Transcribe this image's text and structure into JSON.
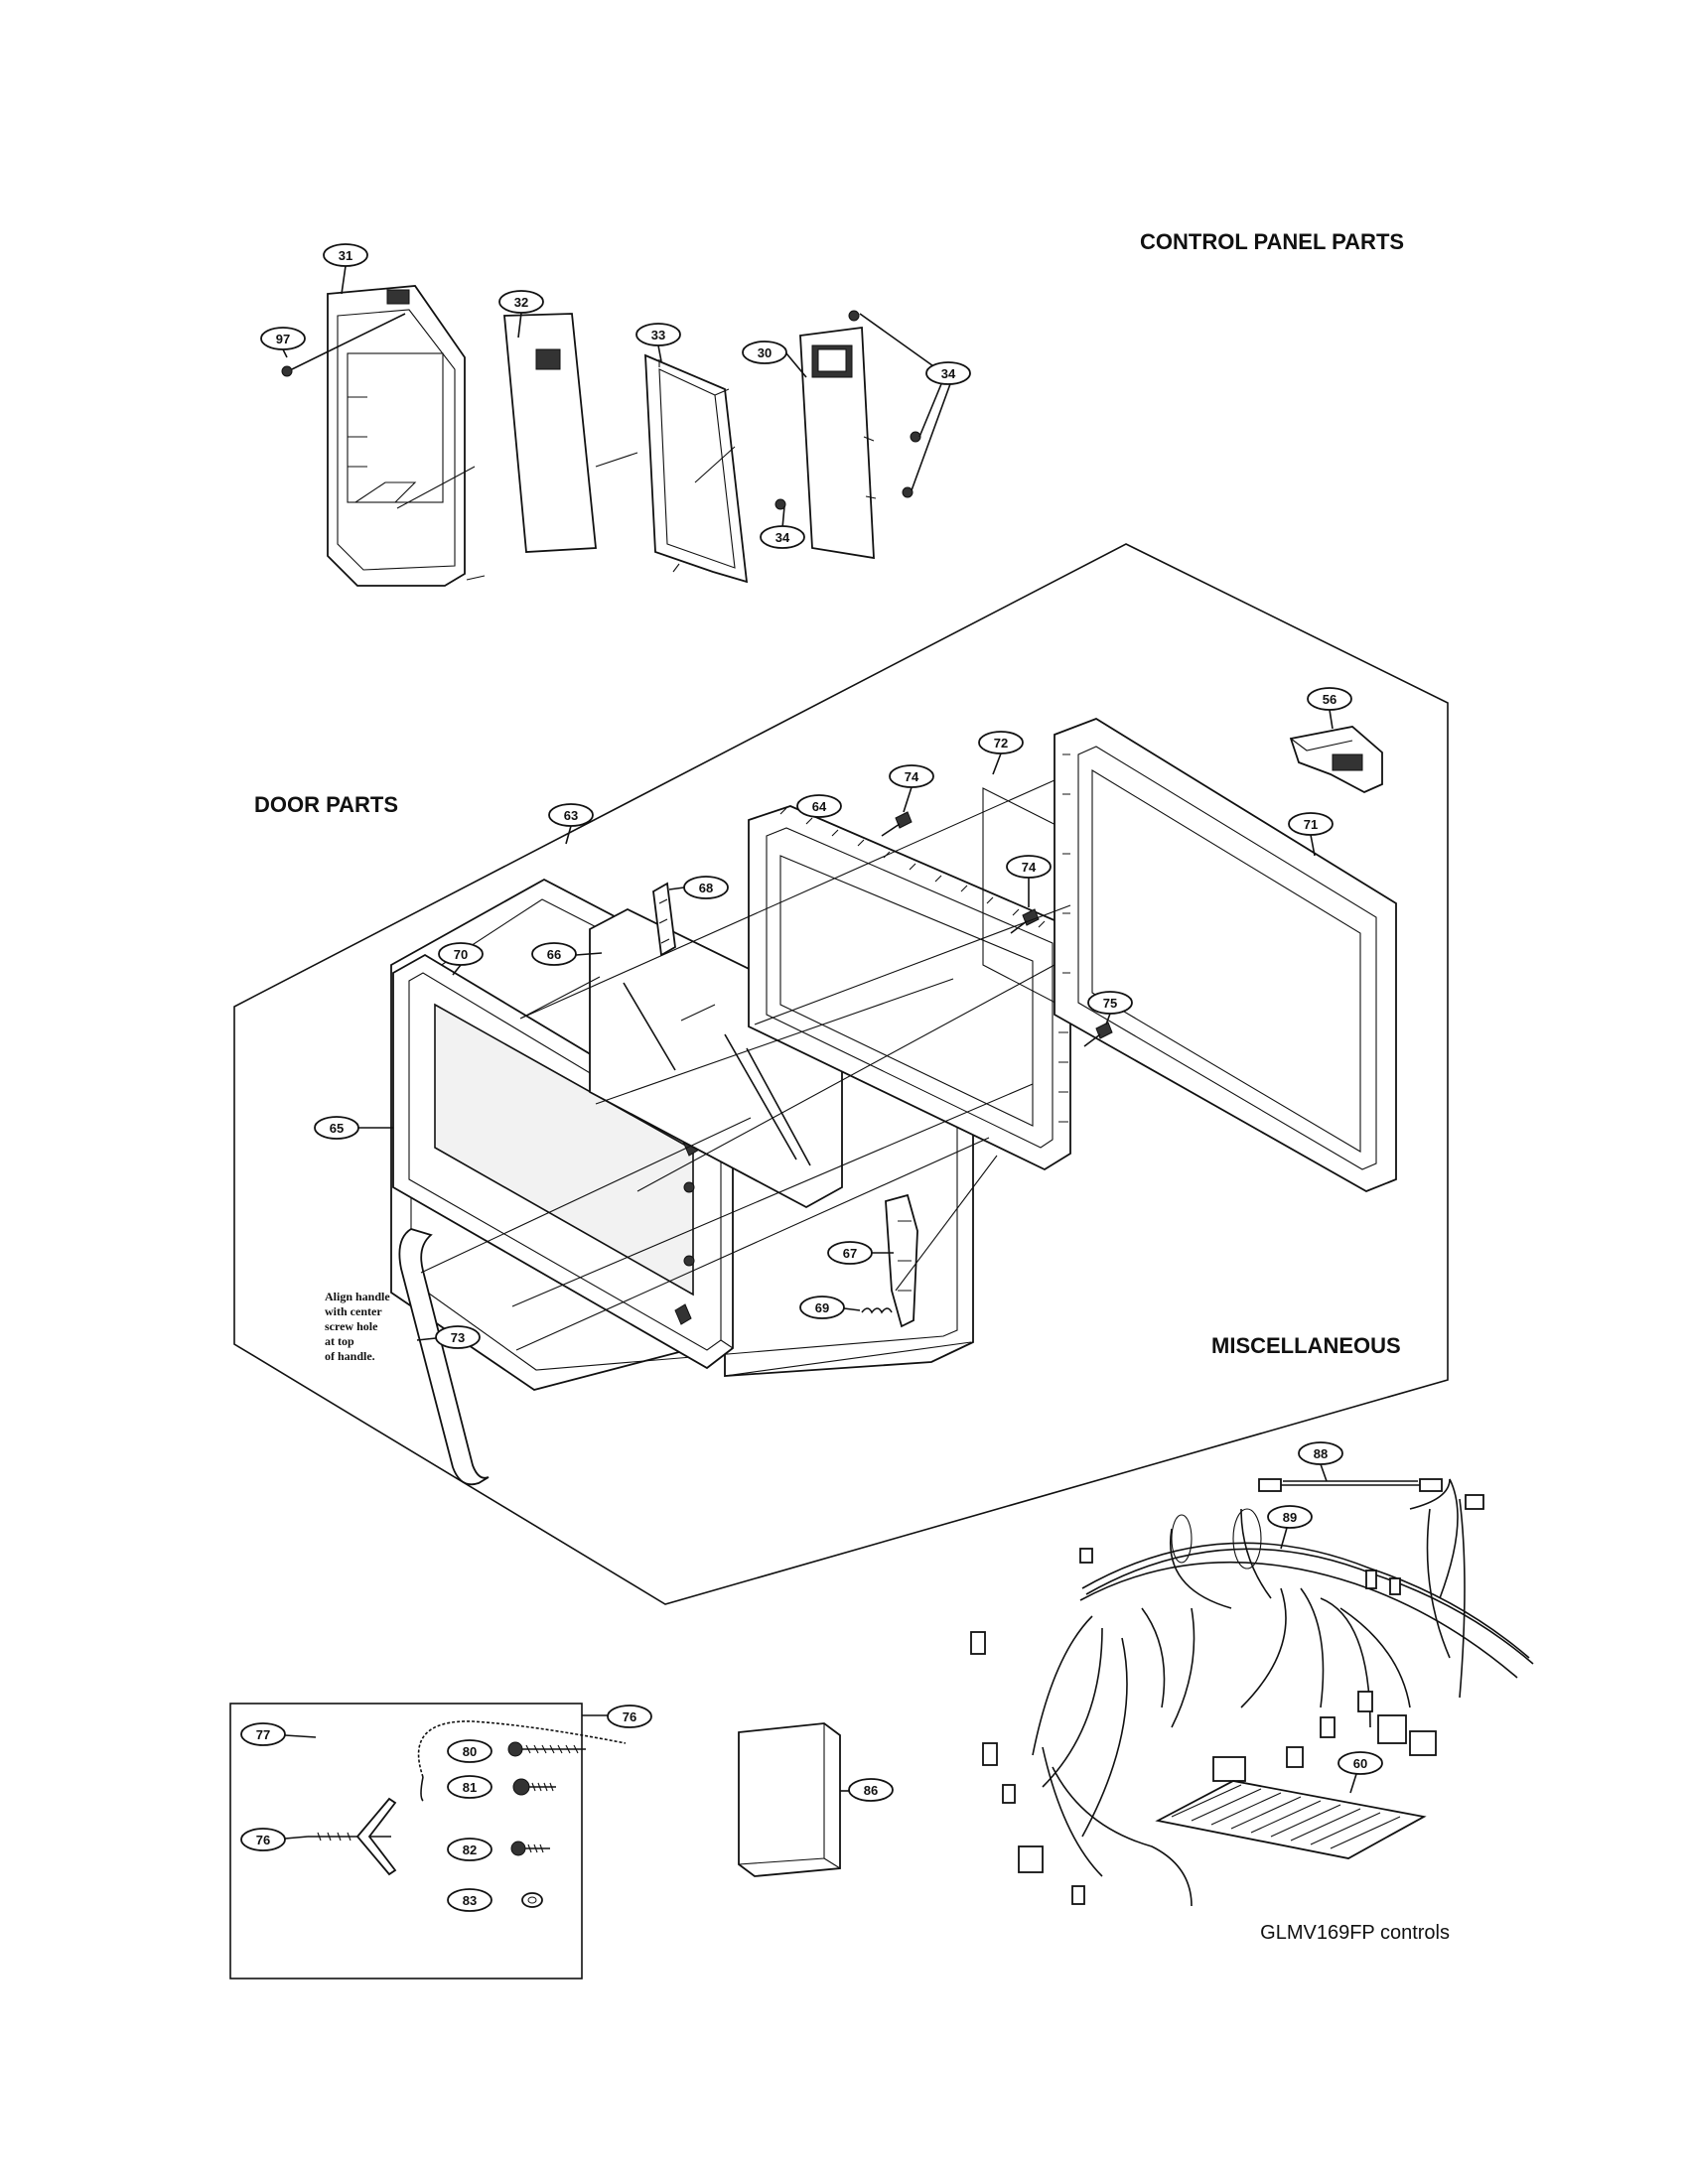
{
  "sections": {
    "control_panel": "CONTROL PANEL PARTS",
    "door": "DOOR PARTS",
    "misc": "MISCELLANEOUS"
  },
  "note": {
    "lines": [
      "Align handle",
      "with center",
      "screw hole",
      "at top",
      "of handle."
    ]
  },
  "model_caption": "GLMV169FP controls",
  "callouts": {
    "c31": "31",
    "c97": "97",
    "c32": "32",
    "c33": "33",
    "c30": "30",
    "c34a": "34",
    "c34b": "34",
    "c56": "56",
    "c72": "72",
    "c71": "71",
    "c74a": "74",
    "c74b": "74",
    "c64": "64",
    "c63": "63",
    "c68": "68",
    "c66": "66",
    "c70": "70",
    "c65": "65",
    "c75": "75",
    "c67": "67",
    "c69": "69",
    "c73": "73",
    "c88": "88",
    "c89": "89",
    "c60": "60",
    "c76a": "76",
    "c77": "77",
    "c80": "80",
    "c81": "81",
    "c76b": "76",
    "c82": "82",
    "c83": "83",
    "c86": "86"
  }
}
